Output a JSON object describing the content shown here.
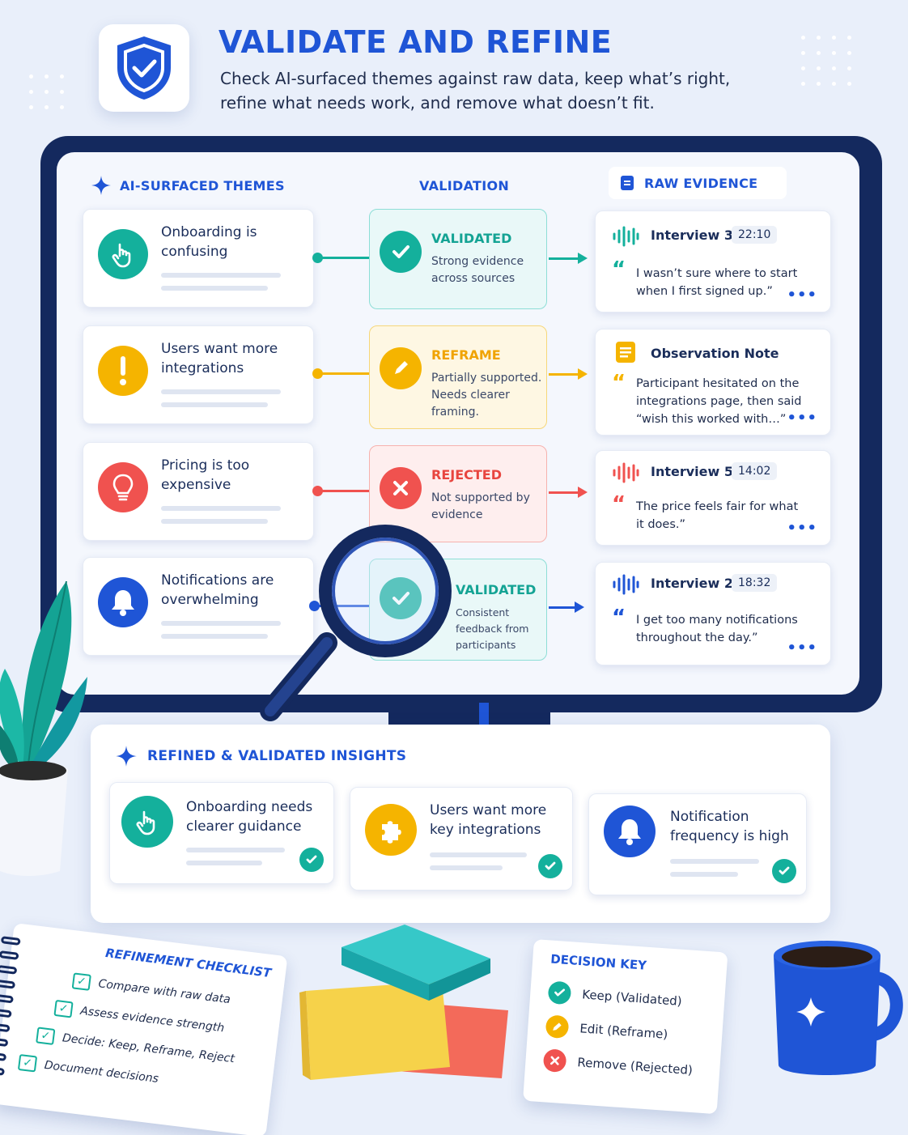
{
  "header": {
    "title": "VALIDATE AND REFINE",
    "subtitle": "Check AI-surfaced themes against raw data, keep what’s right, refine what needs work, and remove what doesn’t fit.",
    "logo_icon": "shield-check-icon"
  },
  "columns": {
    "themes": "AI-SURFACED THEMES",
    "validation": "VALIDATION",
    "evidence": "RAW EVIDENCE"
  },
  "colors": {
    "blue": "#1f55d6",
    "teal": "#14b09c",
    "yellow": "#f5b400",
    "red": "#f0524f",
    "navy": "#14295e"
  },
  "themes": [
    {
      "label": "Onboarding is confusing",
      "icon": "hand-tap-icon",
      "color": "#14b09c"
    },
    {
      "label": "Users want more integrations",
      "icon": "exclamation-icon",
      "color": "#f5b400"
    },
    {
      "label": "Pricing is too expensive",
      "icon": "lightbulb-icon",
      "color": "#f0524f"
    },
    {
      "label": "Notifications are overwhelming",
      "icon": "bell-icon",
      "color": "#1f55d6"
    }
  ],
  "validations": [
    {
      "status": "VALIDATED",
      "description": "Strong evidence across sources",
      "icon": "check-icon"
    },
    {
      "status": "REFRAME",
      "description": "Partially supported. Needs clearer framing.",
      "icon": "pencil-icon"
    },
    {
      "status": "REJECTED",
      "description": "Not supported by evidence",
      "icon": "x-icon"
    },
    {
      "status": "VALIDATED",
      "description": "Consistent feedback from participants",
      "icon": "check-icon"
    }
  ],
  "evidence": [
    {
      "title": "Interview 3",
      "time": "22:10",
      "quote": "I wasn’t sure where to start when I first signed up.”",
      "icon": "audio-wave-icon"
    },
    {
      "title": "Observation Note",
      "time": "",
      "quote": "Participant hesitated on the integrations page, then said “wish this worked with…”",
      "icon": "note-icon"
    },
    {
      "title": "Interview 5",
      "time": "14:02",
      "quote": "The price feels fair for what it does.”",
      "icon": "audio-wave-icon"
    },
    {
      "title": "Interview 2",
      "time": "18:32",
      "quote": "I get too many notifications throughout the day.”",
      "icon": "audio-wave-icon"
    }
  ],
  "insights": {
    "title": "REFINED & VALIDATED INSIGHTS",
    "items": [
      {
        "label": "Onboarding needs clearer guidance",
        "icon": "hand-tap-icon"
      },
      {
        "label": "Users want more key integrations",
        "icon": "puzzle-icon"
      },
      {
        "label": "Notification frequency is high",
        "icon": "bell-icon"
      }
    ]
  },
  "checklist": {
    "title": "REFINEMENT CHECKLIST",
    "items": [
      "Compare with raw data",
      "Assess evidence strength",
      "Decide: Keep, Reframe, Reject",
      "Document decisions"
    ]
  },
  "decision_key": {
    "title": "DECISION KEY",
    "items": [
      "Keep (Validated)",
      "Edit (Reframe)",
      "Remove (Rejected)"
    ]
  }
}
